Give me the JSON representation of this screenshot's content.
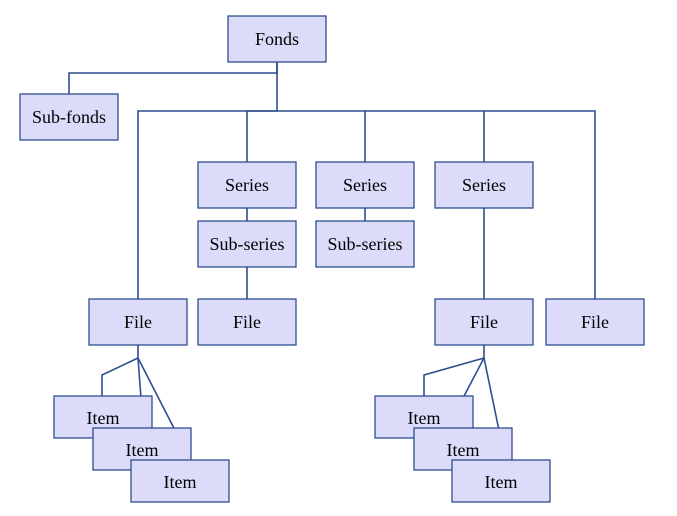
{
  "colors": {
    "box_fill": "#dcdcfa",
    "line": "#2e4f8f",
    "text": "#000000"
  },
  "nodes": [
    {
      "id": "fonds",
      "label": "Fonds"
    },
    {
      "id": "subfonds",
      "label": "Sub-fonds"
    },
    {
      "id": "series1",
      "label": "Series"
    },
    {
      "id": "series2",
      "label": "Series"
    },
    {
      "id": "series3",
      "label": "Series"
    },
    {
      "id": "subseries1",
      "label": "Sub-series"
    },
    {
      "id": "subseries2",
      "label": "Sub-series"
    },
    {
      "id": "file1",
      "label": "File"
    },
    {
      "id": "file2",
      "label": "File"
    },
    {
      "id": "file3",
      "label": "File"
    },
    {
      "id": "file4",
      "label": "File"
    },
    {
      "id": "item1a",
      "label": "Item"
    },
    {
      "id": "item1b",
      "label": "Item"
    },
    {
      "id": "item1c",
      "label": "Item"
    },
    {
      "id": "item3a",
      "label": "Item"
    },
    {
      "id": "item3b",
      "label": "Item"
    },
    {
      "id": "item3c",
      "label": "Item"
    }
  ],
  "edges": [
    {
      "from": "fonds",
      "to": "subfonds"
    },
    {
      "from": "fonds",
      "to": "file1"
    },
    {
      "from": "fonds",
      "to": "series1"
    },
    {
      "from": "fonds",
      "to": "series2"
    },
    {
      "from": "fonds",
      "to": "series3"
    },
    {
      "from": "fonds",
      "to": "file4"
    },
    {
      "from": "series1",
      "to": "subseries1"
    },
    {
      "from": "series2",
      "to": "subseries2"
    },
    {
      "from": "subseries1",
      "to": "file2"
    },
    {
      "from": "series3",
      "to": "file3"
    },
    {
      "from": "file1",
      "to": "item1a"
    },
    {
      "from": "file1",
      "to": "item1b"
    },
    {
      "from": "file1",
      "to": "item1c"
    },
    {
      "from": "file3",
      "to": "item3a"
    },
    {
      "from": "file3",
      "to": "item3b"
    },
    {
      "from": "file3",
      "to": "item3c"
    }
  ]
}
